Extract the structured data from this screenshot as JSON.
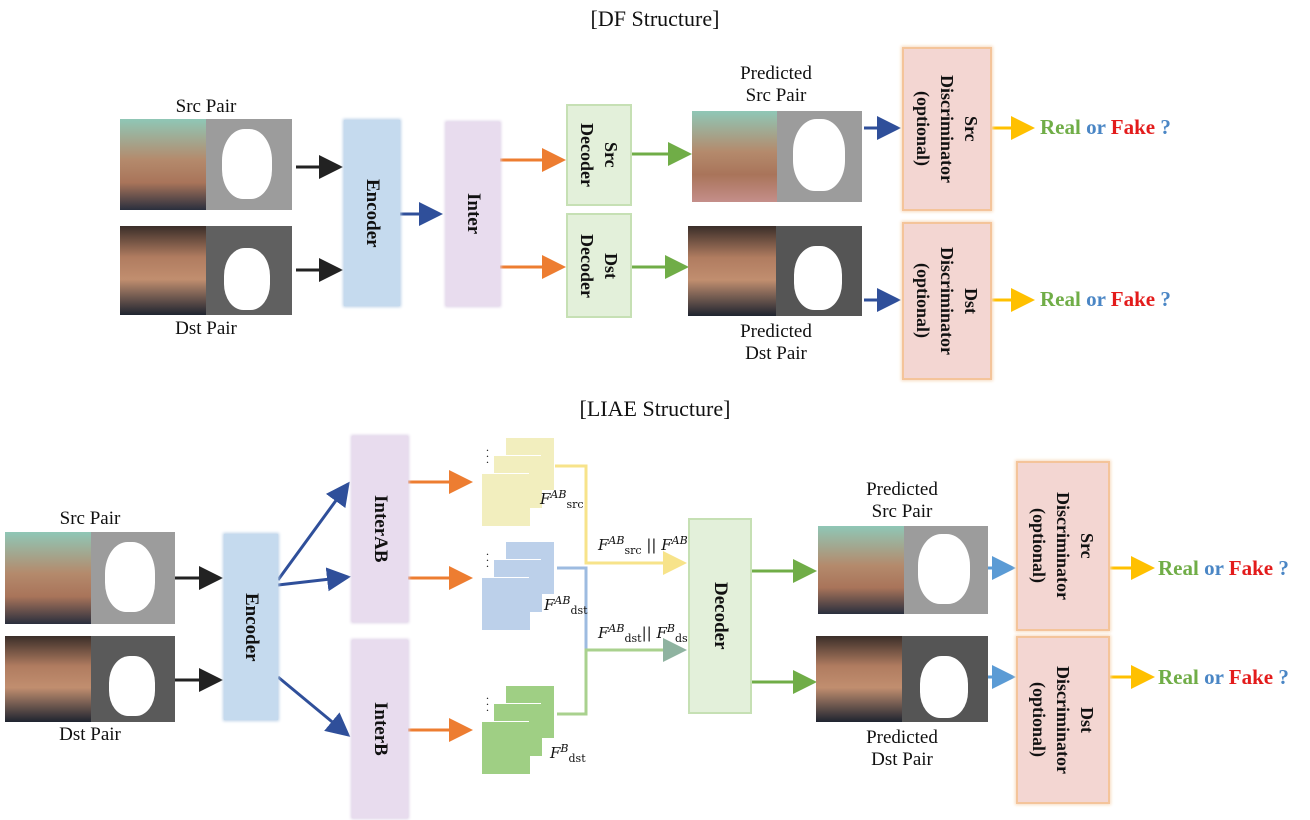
{
  "df": {
    "title": "[DF Structure]",
    "src_pair": "Src Pair",
    "dst_pair": "Dst Pair",
    "encoder": "Encoder",
    "inter": "Inter",
    "src_decoder": "Src\nDecoder",
    "dst_decoder": "Dst\nDecoder",
    "pred_src": "Predicted\nSrc Pair",
    "pred_dst": "Predicted\nDst Pair",
    "src_disc": "Src\nDiscriminator\n(optional)",
    "dst_disc": "Dst\nDiscriminator\n(optional)"
  },
  "liae": {
    "title": "[LIAE Structure]",
    "src_pair": "Src Pair",
    "dst_pair": "Dst Pair",
    "encoder": "Encoder",
    "inter_ab": "InterAB",
    "inter_b": "InterB",
    "decoder": "Decoder",
    "pred_src": "Predicted\nSrc Pair",
    "pred_dst": "Predicted\nDst Pair",
    "src_disc": "Src\nDiscriminator\n(optional)",
    "dst_disc": "Dst\nDiscriminator\n(optional)"
  },
  "result": {
    "real": "Real",
    "or": "or",
    "fake": "Fake",
    "q": "?"
  },
  "features": {
    "F": "F",
    "src_ab_sup": "AB",
    "src_ab_sub": "src",
    "dst_ab_sup": "AB",
    "dst_ab_sub": "dst",
    "dst_b_sup": "B",
    "dst_b_sub": "dst",
    "concat1": "||",
    "concat_src_sub": "src",
    "concat_dst_sub": "dst"
  },
  "colors": {
    "encoder": "#c5daee",
    "inter": "#e8dcee",
    "decoder": "#e3f0da",
    "discriminator": "#f3d6d2",
    "arrow_black": "#222222",
    "arrow_blue": "#2f4f9a",
    "arrow_orange": "#ed7d31",
    "arrow_green": "#70ad47",
    "arrow_lightblue": "#5b9bd5",
    "arrow_yellow": "#ffc000",
    "feat_yellow": "#f2eebe",
    "feat_blue": "#bcd0ea",
    "feat_green": "#9fcf84"
  },
  "icons": [
    "face-photo",
    "face-mask"
  ]
}
